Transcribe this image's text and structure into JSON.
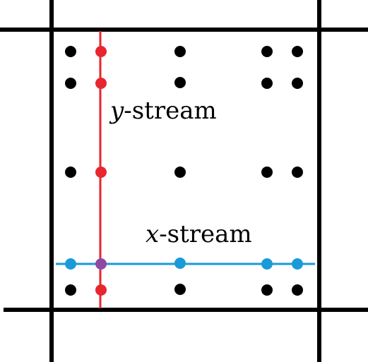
{
  "labels": {
    "y_stream_var": "y",
    "y_stream_rest": "-stream",
    "x_stream_var": "x",
    "x_stream_rest": "-stream"
  },
  "colors": {
    "grid_line": "#000000",
    "y_stream": "#e8262f",
    "x_stream": "#1a9ad8",
    "intersection": "#8e4aa3",
    "point": "#000000",
    "background": "#ffffff"
  }
}
